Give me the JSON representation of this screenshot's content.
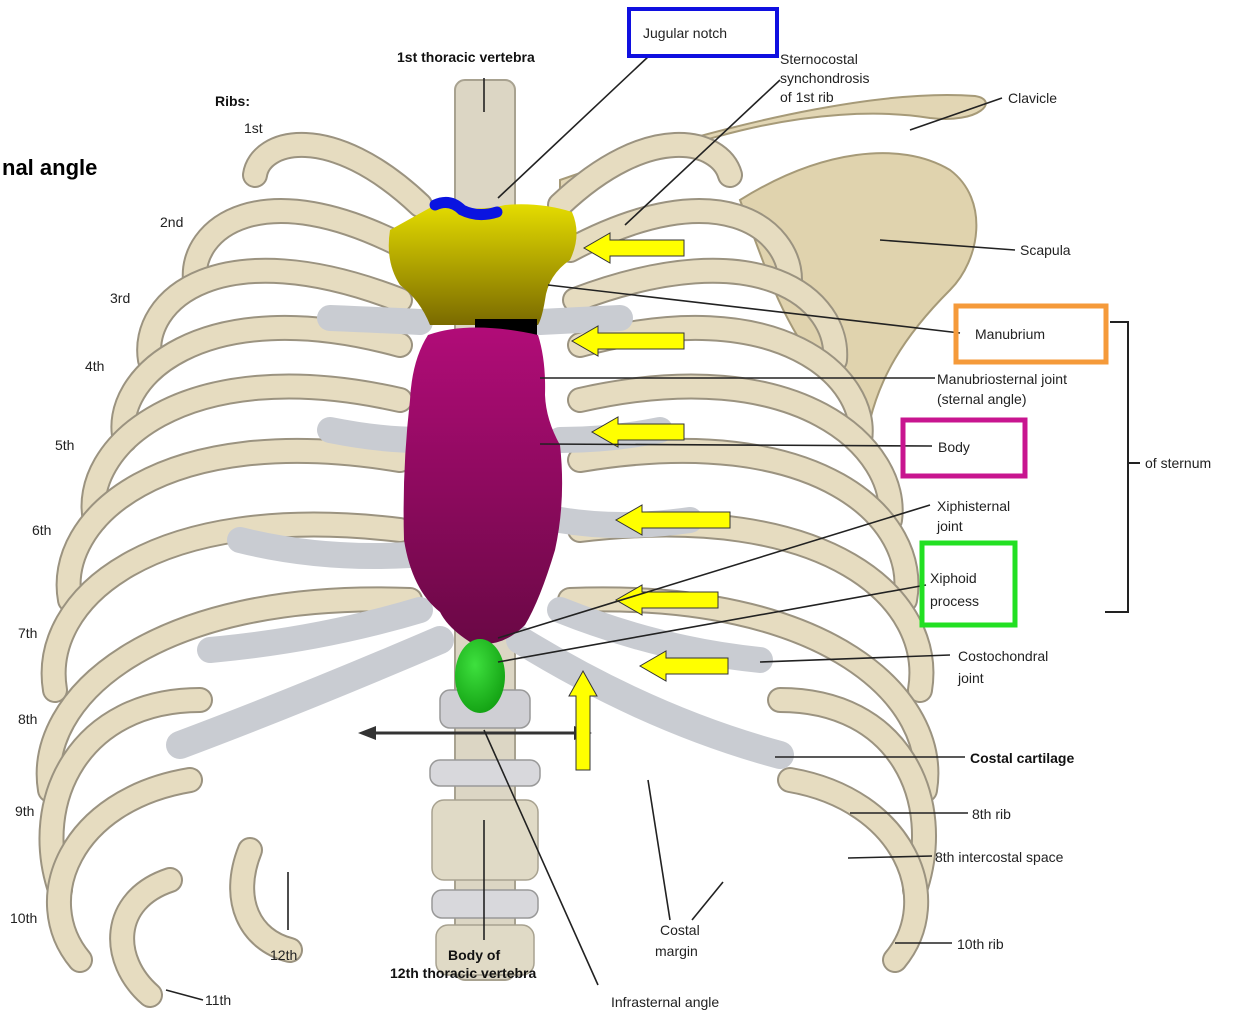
{
  "heading": "nal angle",
  "ribs": {
    "title": "Ribs:",
    "numbers": [
      "1st",
      "2nd",
      "3rd",
      "4th",
      "5th",
      "6th",
      "7th",
      "8th",
      "9th",
      "10th",
      "11th",
      "12th"
    ]
  },
  "labels": {
    "thoracic_vertebra": "1st thoracic vertebra",
    "jugular_notch": "Jugular notch",
    "sternocostal": [
      "Sternocostal",
      "synchondrosis",
      "of 1st rib"
    ],
    "clavicle": "Clavicle",
    "scapula": "Scapula",
    "manubrium": "Manubrium",
    "manubriosternal": [
      "Manubriosternal joint",
      "(sternal angle)"
    ],
    "body": "Body",
    "of_sternum": "of sternum",
    "xiphisternal": [
      "Xiphisternal",
      "joint"
    ],
    "xiphoid": [
      "Xiphoid",
      "process"
    ],
    "costochondral": [
      "Costochondral",
      "joint"
    ],
    "costal_cartilage": "Costal cartilage",
    "rib8": "8th rib",
    "intercostal8": "8th intercostal space",
    "rib10": "10th rib",
    "costal_margin": [
      "Costal",
      "margin"
    ],
    "body12": [
      "Body of",
      "12th thoracic vertebra"
    ],
    "infrasternal": "Infrasternal angle"
  },
  "colors": {
    "jugular_box": "#1010e0",
    "manubrium_box": "#f59a3a",
    "body_box": "#c8158f",
    "xiphoid_box": "#22e022",
    "manubrium_fill": "#d6d000",
    "body_fill": "#a00a6a",
    "xiphoid_fill": "#1fc41f",
    "arrow": "#ffff00",
    "bone": "#e6dcc0",
    "cartilage": "#c9ccd2"
  }
}
